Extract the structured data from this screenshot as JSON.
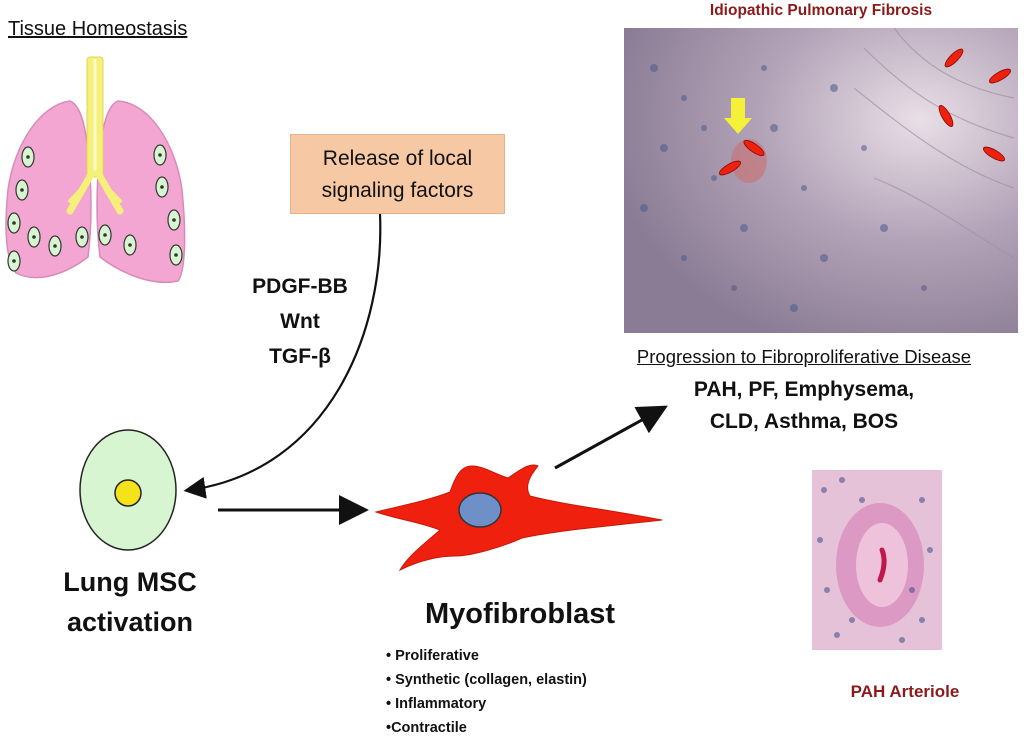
{
  "tissue_homeostasis": {
    "title": "Tissue Homeostasis"
  },
  "signaling": {
    "box_lines": [
      "Release of local",
      "signaling factors"
    ],
    "factors": [
      "PDGF-BB",
      "Wnt",
      "TGF-β"
    ]
  },
  "msc": {
    "label_lines": [
      "Lung MSC",
      "activation"
    ]
  },
  "myofibroblast": {
    "title": "Myofibroblast",
    "properties": [
      "• Proliferative",
      "• Synthetic (collagen, elastin)",
      "• Inflammatory",
      "•Contractile"
    ]
  },
  "ipf": {
    "title": "Idiopathic Pulmonary Fibrosis"
  },
  "progression": {
    "title": "Progression to Fibroproliferative Disease",
    "diseases_lines": [
      "PAH, PF, Emphysema,",
      "CLD, Asthma, BOS"
    ]
  },
  "pah": {
    "label": "PAH Arteriole"
  },
  "colors": {
    "lung_pink": "#f4a6d3",
    "airway_yellow": "#f5f07a",
    "msc_cell": "#d6f5d0",
    "nucleus_yellow": "#f5e21a",
    "myofibroblast_red": "#f0200e",
    "myo_nucleus": "#6f8fc8",
    "signal_box": "#f6c9a4",
    "title_red": "#8b1a1a"
  }
}
